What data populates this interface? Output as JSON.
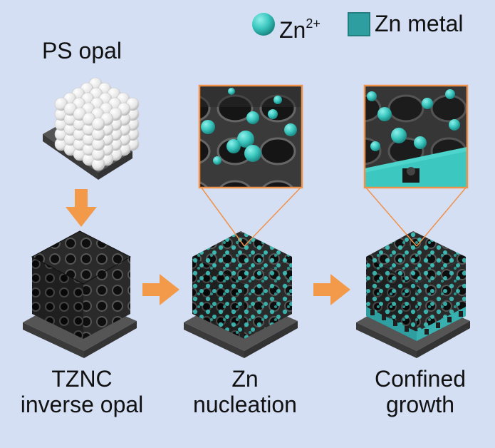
{
  "legend": {
    "ion_label": "Zn",
    "ion_charge": "2+",
    "metal_label": "Zn metal",
    "ion_color": "#3cc8c0",
    "metal_color": "#2f9ea0"
  },
  "labels": {
    "ps_opal": "PS opal",
    "tznc_line1": "TZNC",
    "tznc_line2": "inverse opal",
    "nucleation_line1": "Zn",
    "nucleation_line2": "nucleation",
    "growth_line1": "Confined",
    "growth_line2": "growth"
  },
  "colors": {
    "background": "#d4dff4",
    "arrow": "#f39a4a",
    "inset_border": "#f0924a",
    "framework": "#2b2b2b",
    "substrate": "#4a4a4a",
    "opal_sphere": "#f2f2f2"
  }
}
